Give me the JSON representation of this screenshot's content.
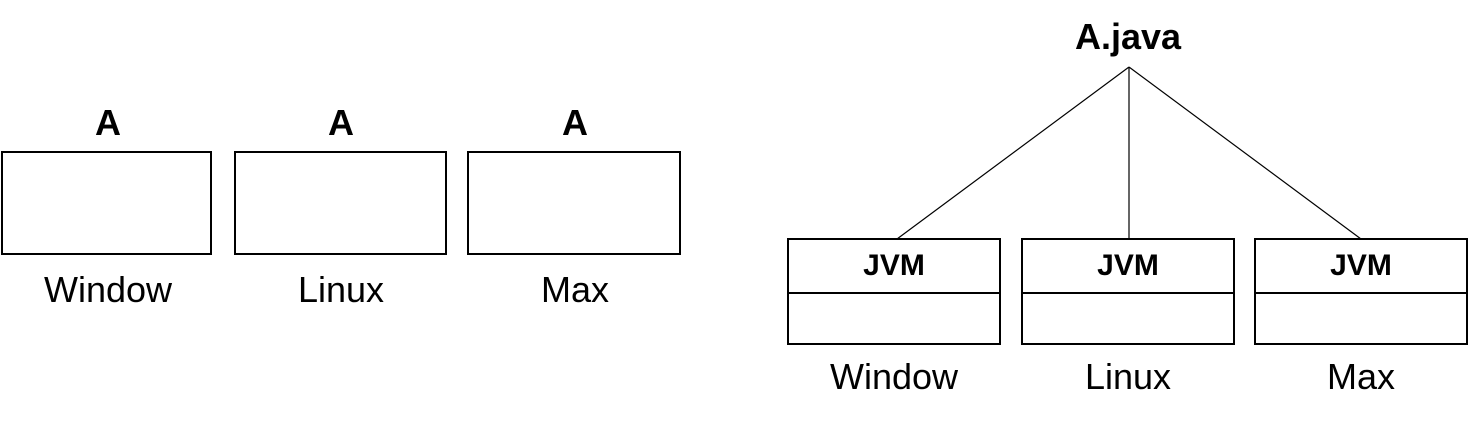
{
  "native": {
    "program_label": "A",
    "platforms": [
      "Window",
      "Linux",
      "Max"
    ]
  },
  "jvm": {
    "source_label": "A.java",
    "runtime_label": "JVM",
    "platforms": [
      "Window",
      "Linux",
      "Max"
    ]
  }
}
